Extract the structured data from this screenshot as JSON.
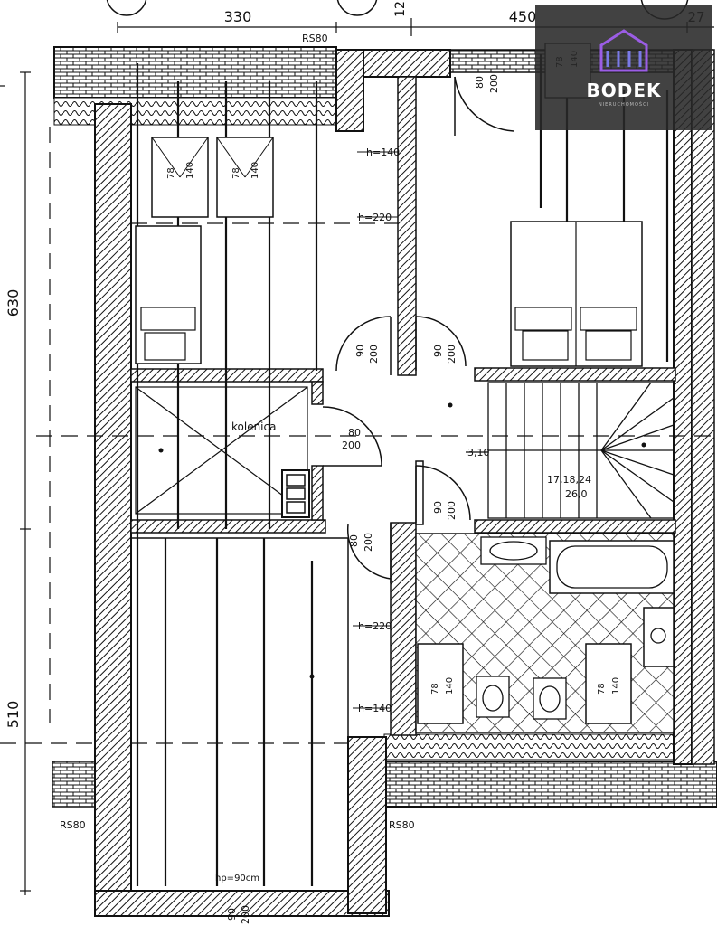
{
  "dimensions": {
    "top_left": "330",
    "top_right": "450",
    "top_far_right": "27",
    "top_partial": "12",
    "left_upper": "630",
    "left_lower": "510"
  },
  "annotations": {
    "rs80_top": "RS80",
    "rs80_bottom_left": "RS80",
    "rs80_bottom_right": "RS80",
    "kolenica": "kolenica",
    "h140_upper": "h=140",
    "h220_upper": "h=220",
    "h220_lower": "h=220",
    "h140_lower": "h=140",
    "hp90": "hp=90cm",
    "stairs_height": "3,10",
    "stairs_steps": "17,18,24",
    "stairs_run": "26,0"
  },
  "doors": {
    "d1_w": "80",
    "d1_h": "200",
    "d2_w": "90",
    "d2_h": "200",
    "d3_w": "90",
    "d3_h": "200",
    "d4_w": "80",
    "d4_h": "200",
    "d5_w": "90",
    "d5_h": "200",
    "d6_w": "80",
    "d6_h": "200",
    "d7_w": "90",
    "d7_h": "200"
  },
  "windows": {
    "w1_w": "78",
    "w1_h": "140",
    "w2_w": "78",
    "w2_h": "140",
    "w3_w": "78",
    "w3_h": "140",
    "w4_w": "78",
    "w4_h": "140",
    "w5_w": "78",
    "w5_h": "140"
  },
  "logo": {
    "name": "BODEK",
    "tagline": "NIERUCHOMOŚCI"
  },
  "colors": {
    "line": "#111111",
    "logo_bg": "#282828",
    "logo_accent": "#9b5de5"
  }
}
